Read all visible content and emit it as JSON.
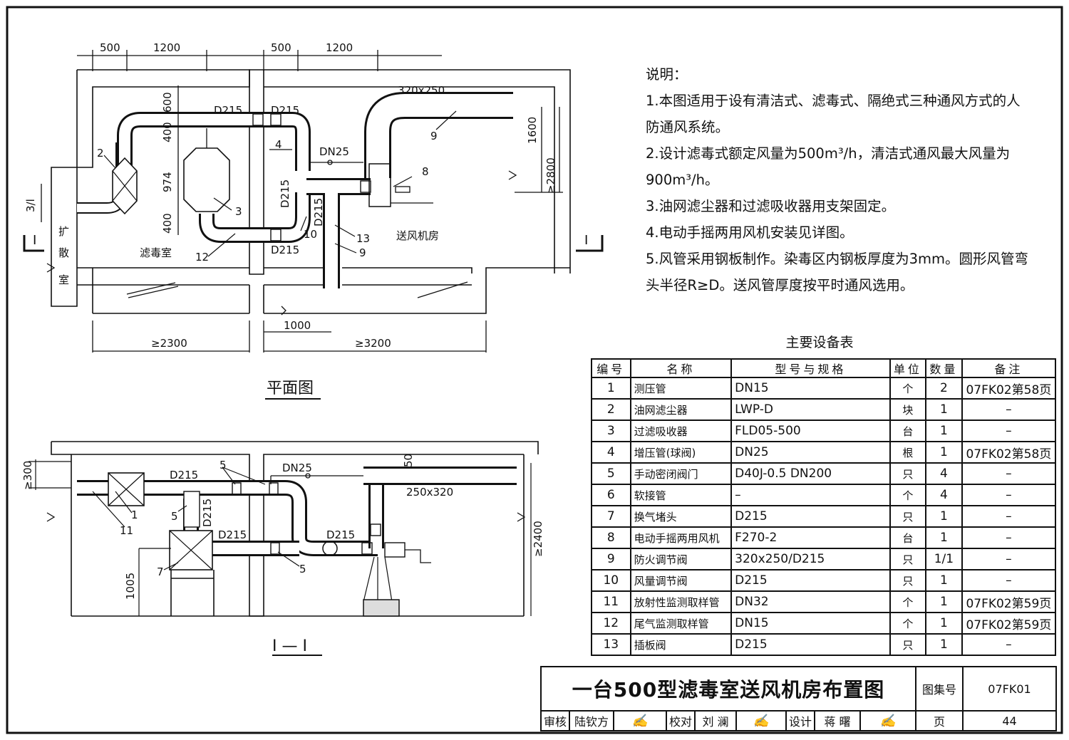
{
  "plan": {
    "dims_top": [
      "500",
      "1200",
      "500",
      "1200"
    ],
    "duct_top": "320x250",
    "dims_vert": [
      "600",
      "400",
      "974",
      "400"
    ],
    "d215": [
      "D215",
      "D215",
      "D215",
      "D215",
      "D215"
    ],
    "dn25": "DN25",
    "dim_1600": "1600",
    "dim_2800": "≥2800",
    "dim_3l": "3/l",
    "dim_1000": "1000",
    "dim_2300": "≥2300",
    "dim_3200": "≥3200",
    "room_filter": "滤毒室",
    "room_fan": "送风机房",
    "room_expand": [
      "扩",
      "散",
      "室"
    ],
    "section_mark": "I",
    "callouts": [
      "2",
      "4",
      "9",
      "8",
      "3",
      "13",
      "10",
      "12",
      "9"
    ],
    "title": "平面图"
  },
  "section": {
    "dim_300": "≥300",
    "dim_50": "50",
    "dim_2400": "≥2400",
    "dim_1005": "1005",
    "dn25": "DN25",
    "duct": "250x320",
    "d215": [
      "D215",
      "D215",
      "D215",
      "D215"
    ],
    "callouts": [
      "5",
      "1",
      "11",
      "5",
      "7",
      "5"
    ],
    "title": "I — I"
  },
  "notes": {
    "heading": "说明：",
    "items": [
      "1.本图适用于设有清洁式、滤毒式、隔绝式三种通风方式的人防通风系统。",
      "2.设计滤毒式额定风量为500m³/h，清洁式通风最大风量为900m³/h。",
      "3.油网滤尘器和过滤吸收器用支架固定。",
      "4.电动手摇两用风机安装见详图。",
      "5.风管采用钢板制作。染毒区内钢板厚度为3mm。圆形风管弯头半径R≥D。送风管厚度按平时通风选用。"
    ]
  },
  "table": {
    "caption": "主要设备表",
    "headers": [
      "编号",
      "名称",
      "型号与规格",
      "单位",
      "数量",
      "备注"
    ],
    "rows": [
      [
        "1",
        "测压管",
        "DN15",
        "个",
        "2",
        "07FK02第58页"
      ],
      [
        "2",
        "油网滤尘器",
        "LWP-D",
        "块",
        "1",
        "–"
      ],
      [
        "3",
        "过滤吸收器",
        "FLD05-500",
        "台",
        "1",
        "–"
      ],
      [
        "4",
        "增压管(球阀)",
        "DN25",
        "根",
        "1",
        "07FK02第58页"
      ],
      [
        "5",
        "手动密闭阀门",
        "D40J-0.5 DN200",
        "只",
        "4",
        "–"
      ],
      [
        "6",
        "软接管",
        "–",
        "个",
        "4",
        "–"
      ],
      [
        "7",
        "换气堵头",
        "D215",
        "只",
        "1",
        "–"
      ],
      [
        "8",
        "电动手摇两用风机",
        "F270-2",
        "台",
        "1",
        "–"
      ],
      [
        "9",
        "防火调节阀",
        "320x250/D215",
        "只",
        "1/1",
        "–"
      ],
      [
        "10",
        "风量调节阀",
        "D215",
        "只",
        "1",
        "–"
      ],
      [
        "11",
        "放射性监测取样管",
        "DN32",
        "个",
        "1",
        "07FK02第59页"
      ],
      [
        "12",
        "尾气监测取样管",
        "DN15",
        "个",
        "1",
        "07FK02第59页"
      ],
      [
        "13",
        "插板阀",
        "D215",
        "只",
        "1",
        "–"
      ]
    ]
  },
  "titleblock": {
    "title": "一台500型滤毒室送风机房布置图",
    "atlas_label": "图集号",
    "atlas_no": "07FK01",
    "review": "审核",
    "reviewer": "陆钦方",
    "check": "校对",
    "checker": "刘 澜",
    "design": "设计",
    "designer": "蒋 曙",
    "page_label": "页",
    "page_no": "44"
  }
}
